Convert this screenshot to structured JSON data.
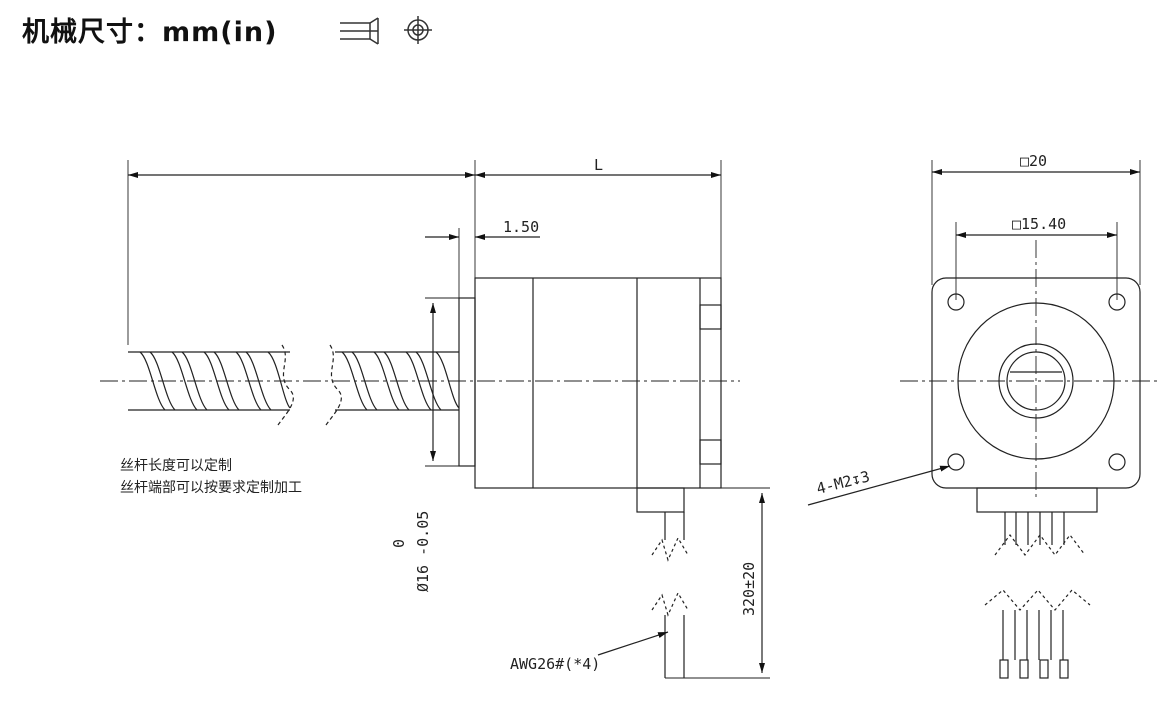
{
  "header": {
    "title": "机械尺寸：mm(in)",
    "projection_icon": "third-angle-projection-icon",
    "target_icon": "crosshair-circle-icon"
  },
  "dimensions": {
    "body_length": "L",
    "flange_thickness": "1.50",
    "square_outer": "□20",
    "square_inner": "□15.40",
    "screw_diameter": "Ø16 -0.05",
    "screw_diameter_upper_tol": "0",
    "lead_length": "320±20",
    "mounting_holes": "4-M2↧3",
    "wire_spec": "AWG26#(*4)"
  },
  "notes": {
    "line1": "丝杆长度可以定制",
    "line2": "丝杆端部可以按要求定制加工"
  }
}
